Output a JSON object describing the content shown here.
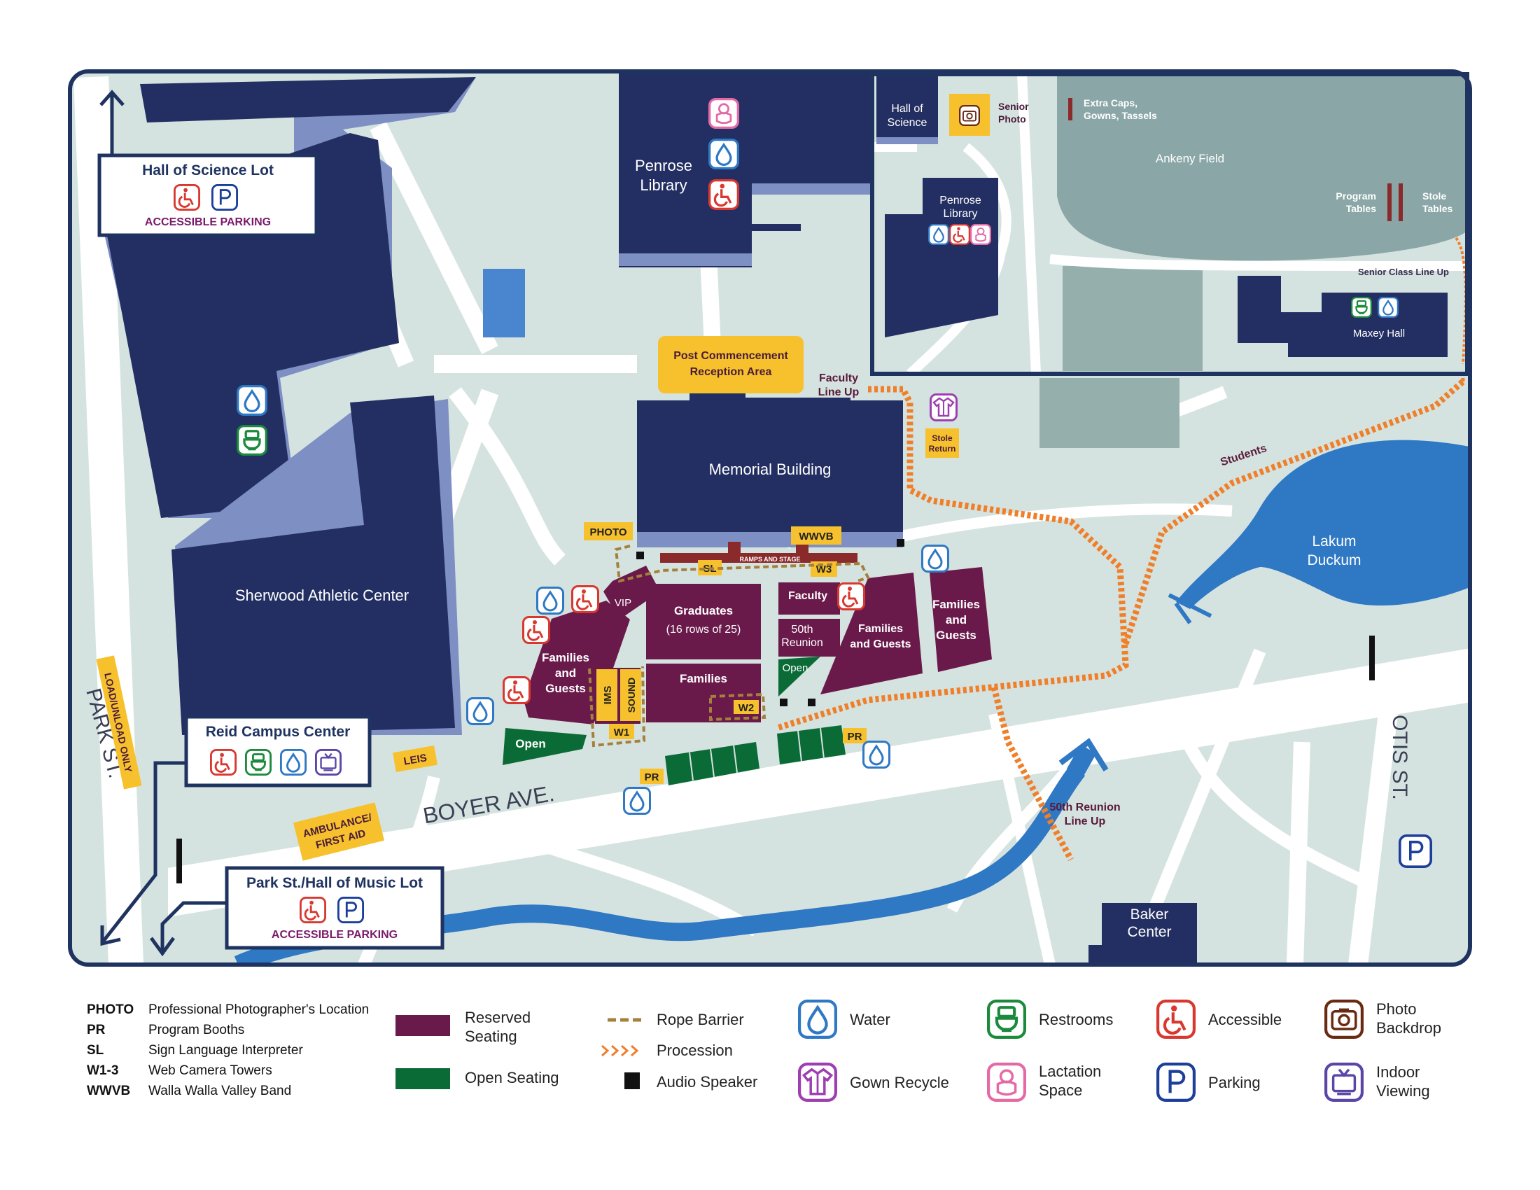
{
  "colors": {
    "frame": "#1f3360",
    "building": "#232f62",
    "building_shadow": "#7d8fc3",
    "ground": "#d5e3e0",
    "path": "#ffffff",
    "reserved": "#6a1a4a",
    "open": "#0b6b36",
    "gold": "#f6c12c",
    "water": "#2f78c4",
    "field": "#8aa6a6",
    "procession": "#f07f2a",
    "rope": "#a5803c",
    "accessible": "#d8382f",
    "parking": "#1c3f9a",
    "restroom": "#1c8a3c",
    "lactation": "#e46aa6",
    "gown": "#9d3fb0",
    "photo": "#6a2a12",
    "indoor": "#5b45a6"
  },
  "icons": [
    "water-icon",
    "restroom-icon",
    "accessible-icon",
    "parking-icon",
    "lactation-icon",
    "gown-recycle-icon",
    "photo-backdrop-icon",
    "indoor-viewing-icon",
    "audio-speaker-icon",
    "north-arrow-icon"
  ],
  "buildings": {
    "sherwood": "Sherwood Athletic Center",
    "penrose_1": "Penrose",
    "penrose_2": "Library",
    "memorial": "Memorial Building",
    "baker_1": "Baker",
    "baker_2": "Center",
    "lakum_1": "Lakum",
    "lakum_2": "Duckum"
  },
  "streets": {
    "boyer": "BOYER AVE.",
    "park": "PARK ST.",
    "otis": "OTIS ST."
  },
  "callouts": {
    "hall_of_science_lot": "Hall of Science Lot",
    "accessible_parking": "ACCESSIBLE PARKING",
    "reid": "Reid Campus Center",
    "park_music_lot": "Park St./Hall of Music Lot",
    "reception_1": "Post Commencement",
    "reception_2": "Reception Area",
    "faculty_lineup_1": "Faculty",
    "faculty_lineup_2": "Line Up",
    "stole_return_1": "Stole",
    "stole_return_2": "Return",
    "students": "Students",
    "reunion_lineup_1": "50th Reunion",
    "reunion_lineup_2": "Line Up",
    "load_unload": "LOAD/UNLOAD ONLY",
    "leis": "LEIS",
    "ambulance_1": "AMBULANCE/",
    "ambulance_2": "FIRST AID"
  },
  "seating": {
    "photo": "PHOTO",
    "wwvb": "WWVB",
    "ramps": "RAMPS AND STAGE",
    "sl": "SL",
    "w3": "W3",
    "w2": "W2",
    "w1": "W1",
    "vip": "VIP",
    "ims": "IMS",
    "sound": "SOUND",
    "graduates_1": "Graduates",
    "graduates_2": "(16 rows of 25)",
    "families": "Families",
    "families_and_guests": [
      "Families",
      "and",
      "Guests"
    ],
    "faculty": "Faculty",
    "reunion_1": "50th",
    "reunion_2": "Reunion",
    "open": "Open",
    "fam_guests_right_1": "Families",
    "fam_guests_right_2": "and Guests",
    "pr": "PR"
  },
  "inset": {
    "hall_of_science_1": "Hall of",
    "hall_of_science_2": "Science",
    "senior_photo_1": "Senior",
    "senior_photo_2": "Photo",
    "extra_caps_1": "Extra Caps,",
    "extra_caps_2": "Gowns, Tassels",
    "ankeny": "Ankeny Field",
    "program_tables_1": "Program",
    "program_tables_2": "Tables",
    "stole_tables_1": "Stole",
    "stole_tables_2": "Tables",
    "penrose_1": "Penrose",
    "penrose_2": "Library",
    "senior_lineup": "Senior Class Line Up",
    "maxey": "Maxey Hall"
  },
  "legend": {
    "abbreviations": [
      {
        "abbr": "PHOTO",
        "desc": "Professional Photographer's Location"
      },
      {
        "abbr": "PR",
        "desc": "Program Booths"
      },
      {
        "abbr": "SL",
        "desc": "Sign Language Interpreter"
      },
      {
        "abbr": "W1-3",
        "desc": "Web Camera Towers"
      },
      {
        "abbr": "WWVB",
        "desc": "Walla Walla Valley Band"
      }
    ],
    "reserved_seating": "Reserved Seating",
    "open_seating": "Open Seating",
    "rope_barrier": "Rope Barrier",
    "procession": "Procession",
    "audio_speaker": "Audio Speaker",
    "water": "Water",
    "gown_recycle": "Gown Recycle",
    "restrooms": "Restrooms",
    "lactation_1": "Lactation",
    "lactation_2": "Space",
    "accessible": "Accessible",
    "parking": "Parking",
    "photo_backdrop_1": "Photo",
    "photo_backdrop_2": "Backdrop",
    "indoor_viewing_1": "Indoor",
    "indoor_viewing_2": "Viewing"
  }
}
